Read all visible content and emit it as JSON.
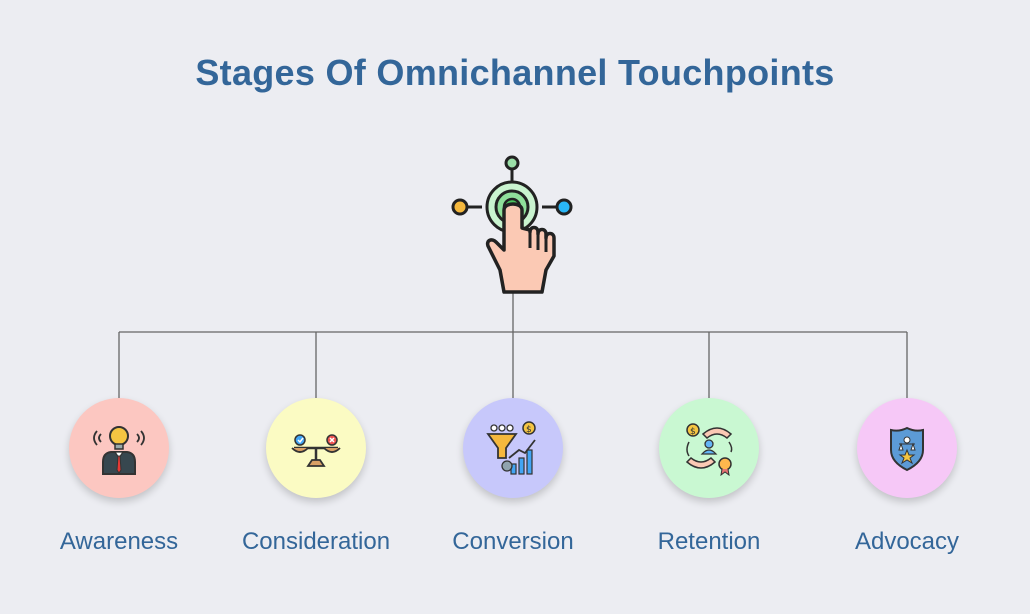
{
  "title": "Stages Of Omnichannel Touchpoints",
  "hub": {
    "icon": "touch-hand-icon"
  },
  "stages": [
    {
      "label": "Awareness",
      "icon": "lightbulb-person-icon",
      "color": "#fcc7c1"
    },
    {
      "label": "Consideration",
      "icon": "balance-scale-icon",
      "color": "#fbfbc3"
    },
    {
      "label": "Conversion",
      "icon": "funnel-growth-chart-icon",
      "color": "#c7c8fb"
    },
    {
      "label": "Retention",
      "icon": "hands-customer-icon",
      "color": "#c9f8d2"
    },
    {
      "label": "Advocacy",
      "icon": "shield-badge-icon",
      "color": "#f6c8f7"
    }
  ],
  "colors": {
    "title": "#336699",
    "line": "#555555",
    "background": "#ecedf2"
  }
}
